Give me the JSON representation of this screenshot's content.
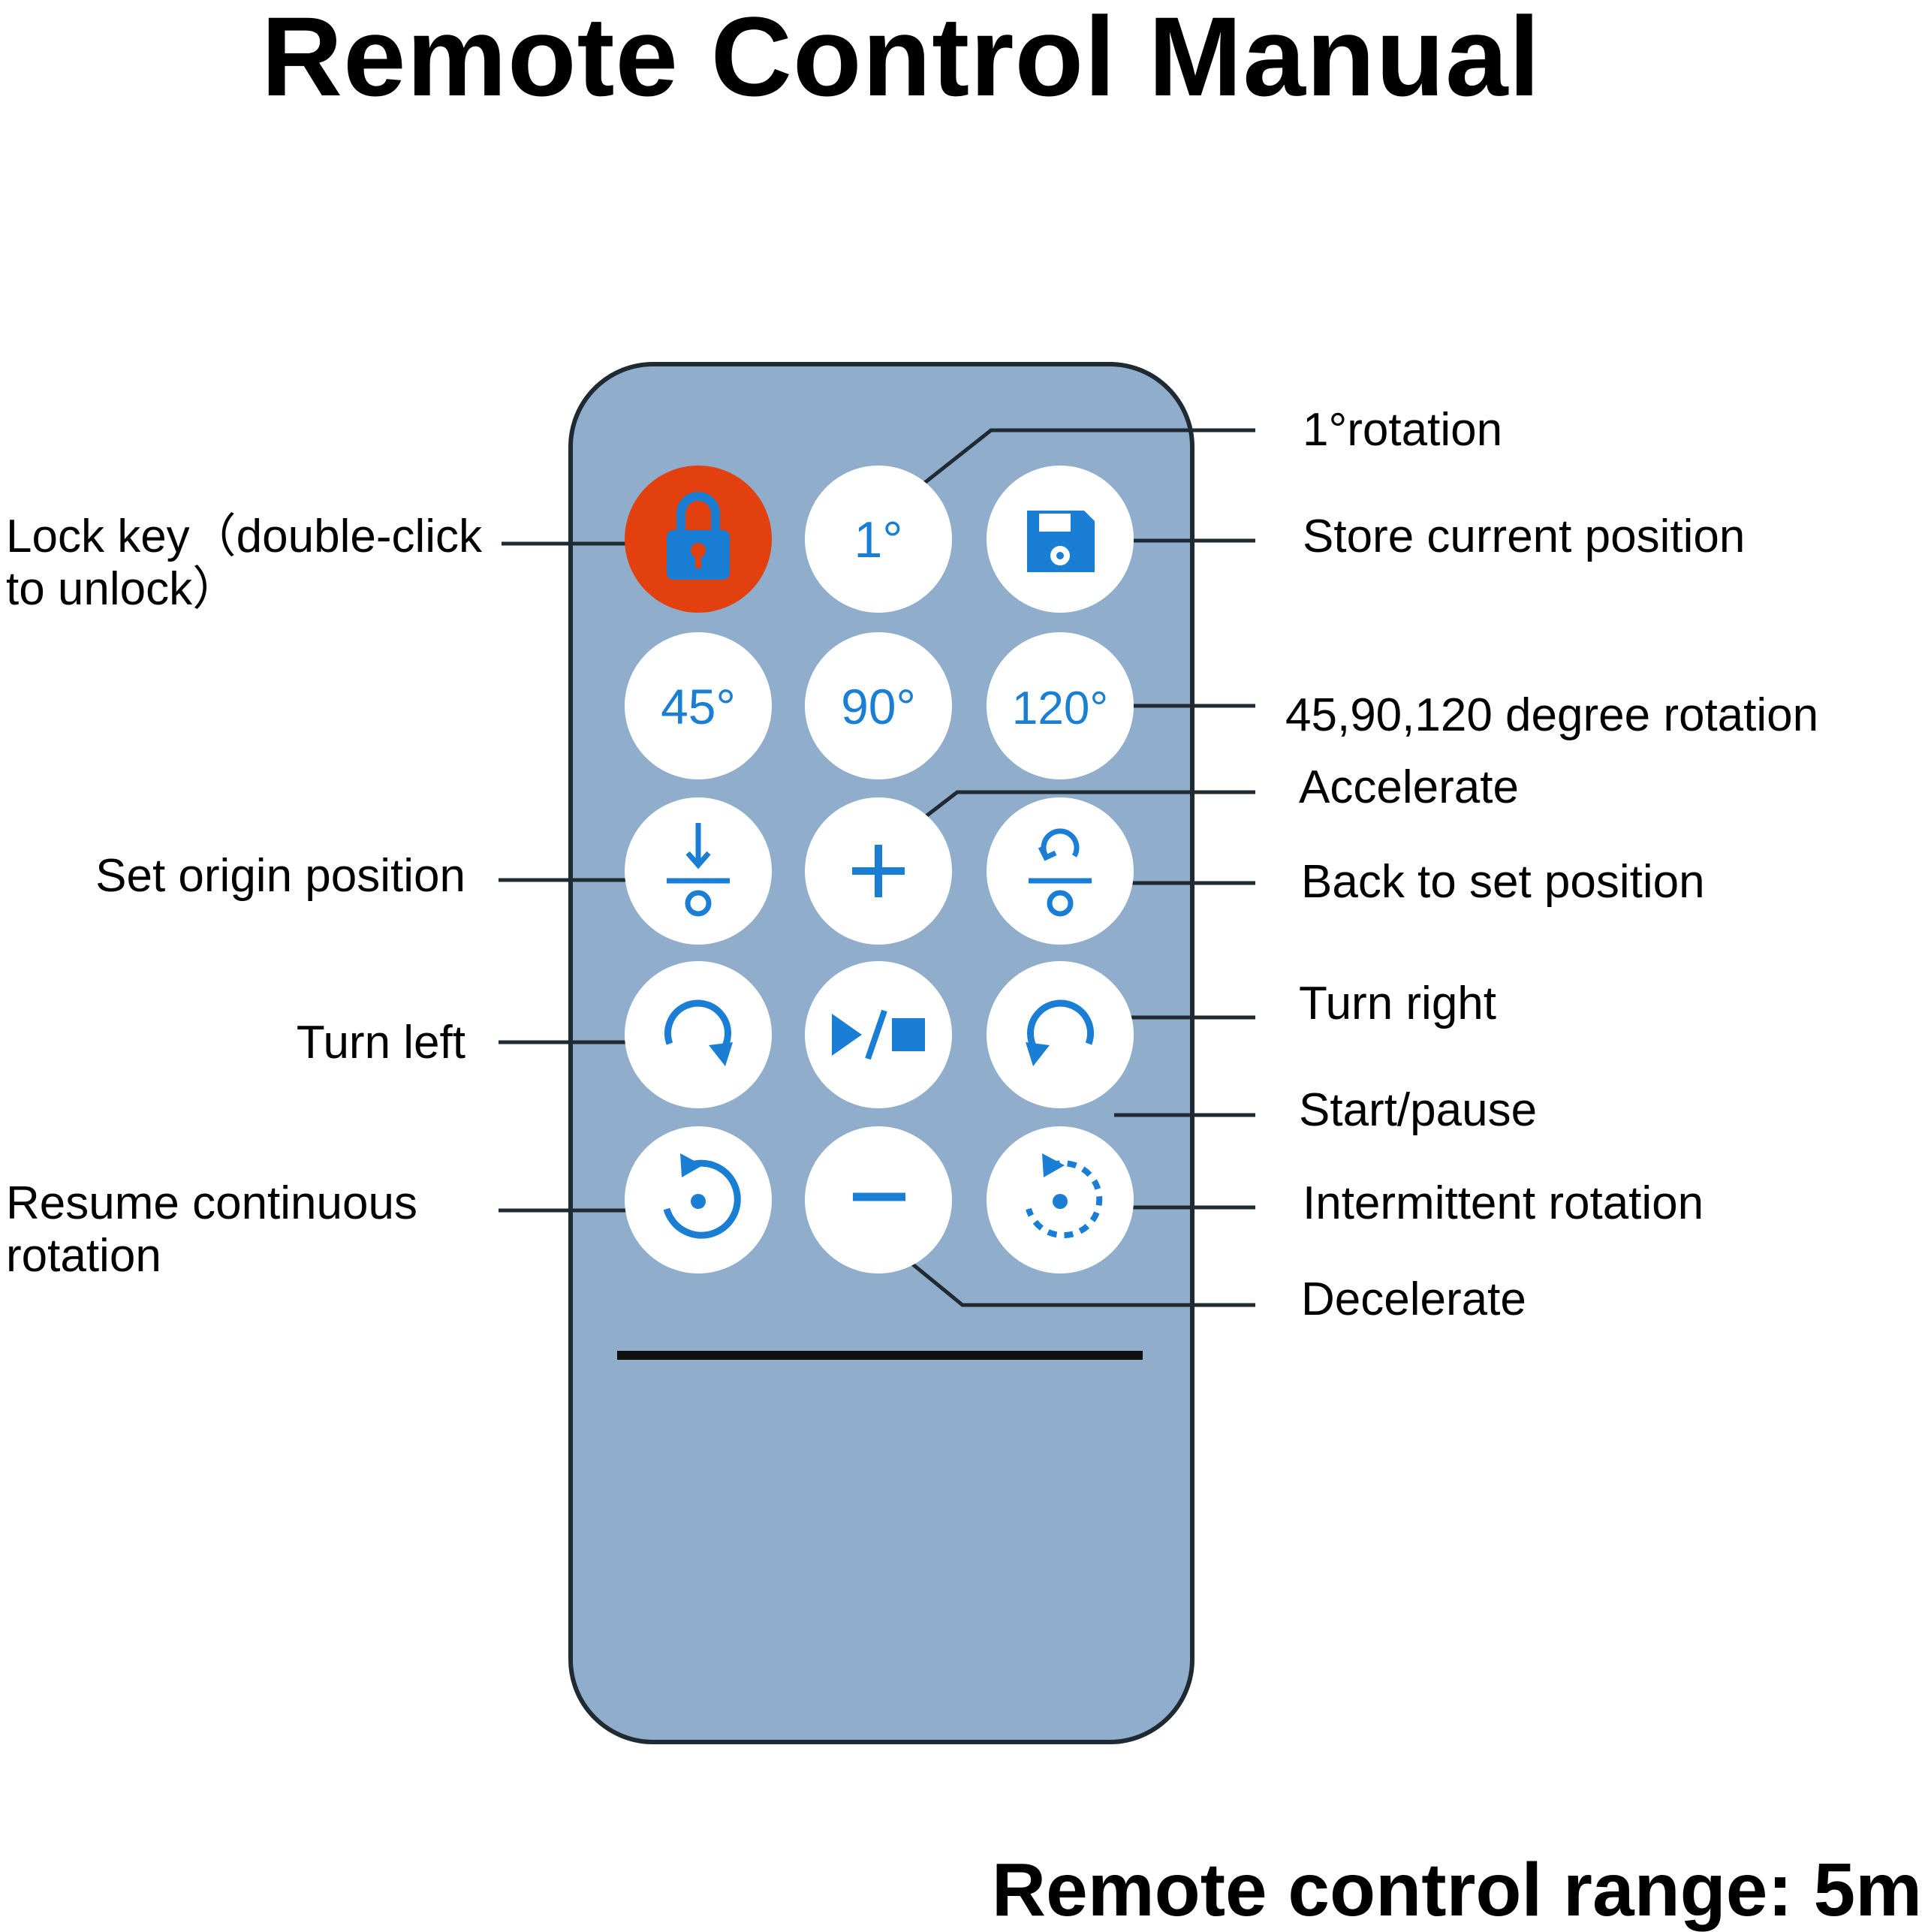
{
  "title": "Remote Control Manual",
  "footer": {
    "range_text": "Remote control range: 5m"
  },
  "colors": {
    "body": "#90AECB",
    "button": "#FFFFFF",
    "icon": "#1A7FD4",
    "lock_button": "#E2400F",
    "outline": "#1F2A33"
  },
  "buttons": [
    {
      "icon": "lock-icon"
    },
    {
      "text": "1°"
    },
    {
      "icon": "floppy-save-icon"
    },
    {
      "text": "45°"
    },
    {
      "text": "90°"
    },
    {
      "text": "120°"
    },
    {
      "icon": "set-origin-icon"
    },
    {
      "icon": "plus-icon"
    },
    {
      "icon": "back-to-position-icon"
    },
    {
      "icon": "rotate-clockwise-icon"
    },
    {
      "icon": "play-stop-icon"
    },
    {
      "icon": "rotate-counterclockwise-icon"
    },
    {
      "icon": "resume-rotation-icon"
    },
    {
      "icon": "minus-icon"
    },
    {
      "icon": "intermittent-rotation-icon"
    }
  ],
  "labels": {
    "lock_key": "Lock key（double-click to unlock）",
    "rotation_1": "1°rotation",
    "store_position": "Store current position",
    "degree_rotation": "45,90,120 degree rotation",
    "accelerate": "Accelerate",
    "set_origin": "Set origin position",
    "back_to_set": "Back to set position",
    "turn_left": "Turn left",
    "turn_right": "Turn right",
    "start_pause": "Start/pause",
    "resume_continuous": "Resume continuous rotation",
    "intermittent": "Intermittent rotation",
    "decelerate": "Decelerate"
  }
}
